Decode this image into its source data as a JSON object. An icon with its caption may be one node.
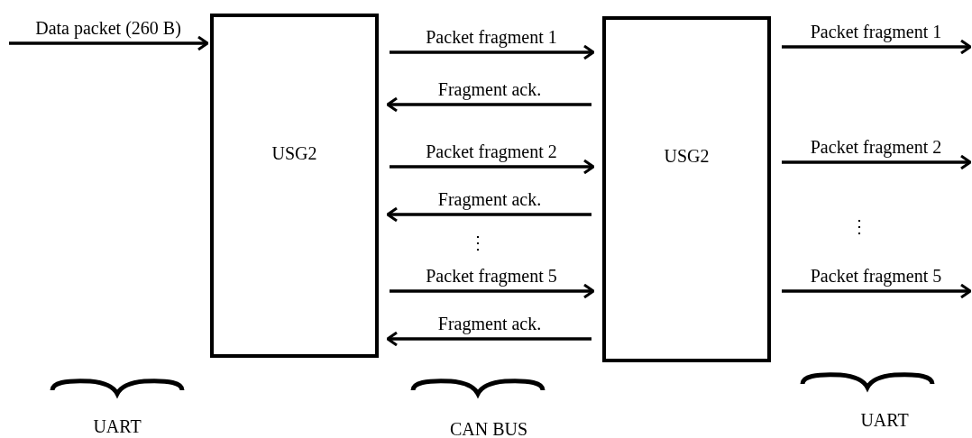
{
  "diagram": {
    "nodes": [
      {
        "text": [
          "USG2"
        ]
      },
      {
        "text": [
          "USG2"
        ]
      }
    ],
    "edges": [
      {
        "from": null,
        "to": 0,
        "arrow": "to",
        "label": "Data packet (260 B)"
      },
      {
        "from": 0,
        "to": 1,
        "arrow": "to",
        "label": "Packet fragment 1"
      },
      {
        "from": 1,
        "to": 0,
        "arrow": "to",
        "label": "Fragment ack."
      },
      {
        "from": 0,
        "to": 1,
        "arrow": "to",
        "label": "Packet fragment 2"
      },
      {
        "from": 1,
        "to": 0,
        "arrow": "to",
        "label": "Fragment ack."
      },
      {
        "from": 0,
        "to": 1,
        "arrow": "to",
        "label": "Packet fragment 5"
      },
      {
        "from": 1,
        "to": 0,
        "arrow": "to",
        "label": "Fragment ack."
      },
      {
        "from": 1,
        "to": null,
        "arrow": "to",
        "label": "Packet fragment 1"
      },
      {
        "from": 1,
        "to": null,
        "arrow": "to",
        "label": "Packet fragment 2"
      },
      {
        "from": 1,
        "to": null,
        "arrow": "to",
        "label": "Packet fragment 5"
      }
    ],
    "labels": [
      "⋮",
      "⋮",
      "UART",
      "CAN BUS",
      "UART"
    ]
  }
}
